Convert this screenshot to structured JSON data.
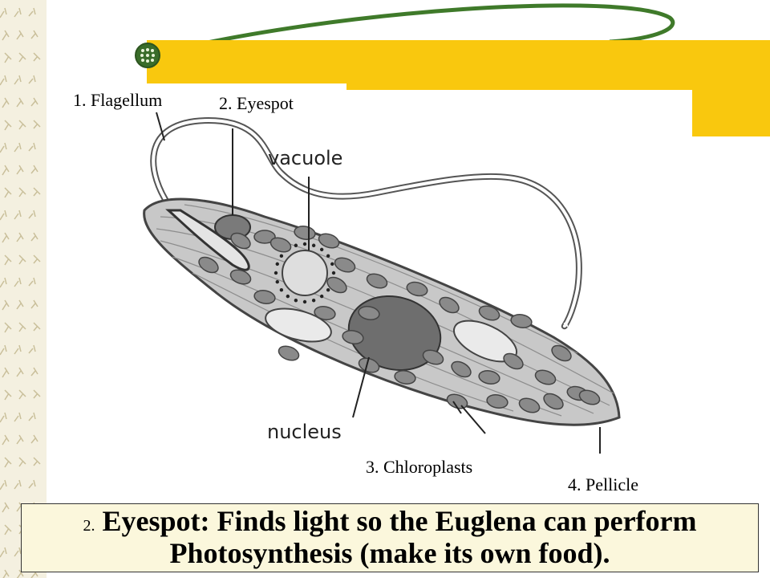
{
  "labels": {
    "flagellum": "1. Flagellum",
    "eyespot": "2. Eyespot",
    "chloroplasts": "3. Chloroplasts",
    "pellicle": "4. Pellicle"
  },
  "diagram_labels": {
    "vacuole": "vacuole",
    "nucleus": "nucleus"
  },
  "caption": {
    "number": "2.",
    "line1": "Eyespot: Finds light so the Euglena can perform",
    "line2": "Photosynthesis (make its own food)."
  },
  "colors": {
    "accent_yellow": "#f9c80e",
    "sidebar": "#f4f0e0",
    "caption_bg": "#fbf7dc",
    "cell_fill": "#c8c8c8",
    "chloroplast": "#8a8a8a",
    "bullet_green": "#5b8c3a"
  }
}
